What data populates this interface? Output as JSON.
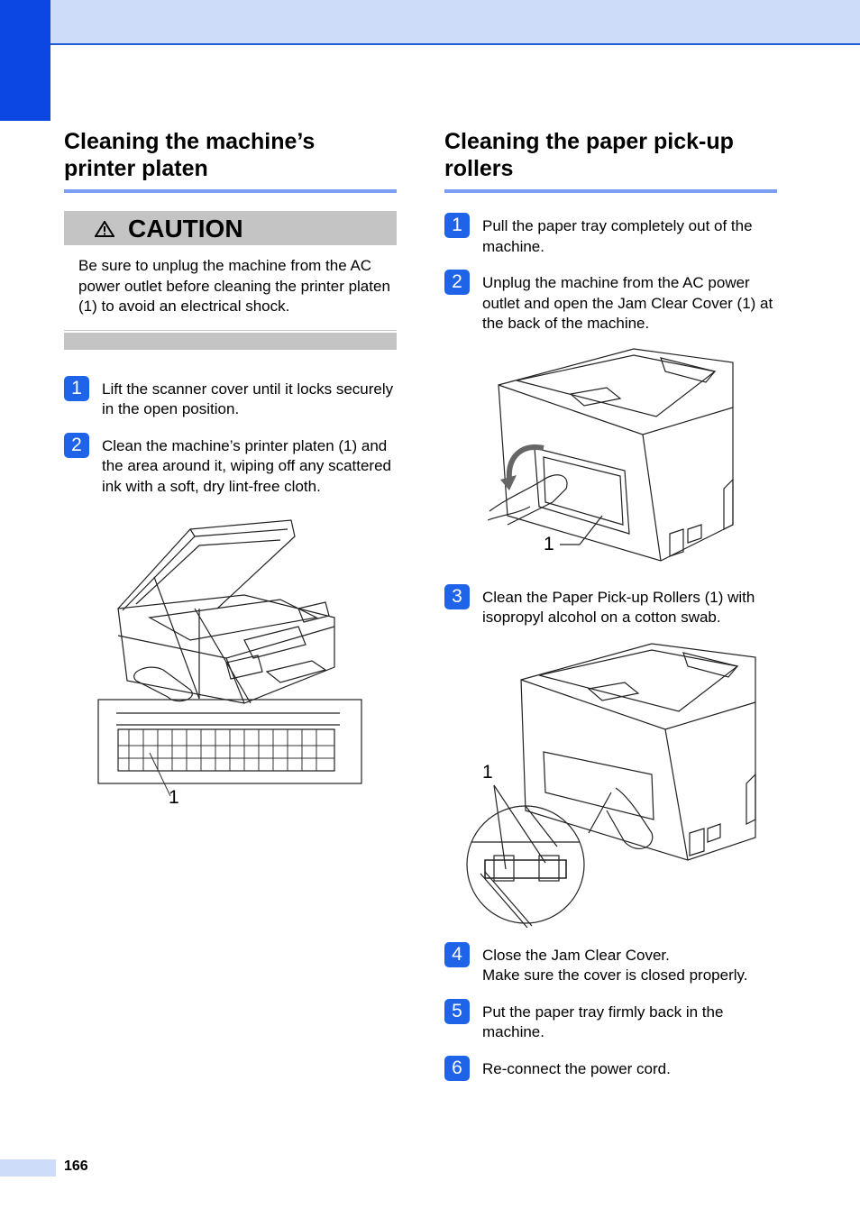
{
  "left": {
    "title_line1": "Cleaning the machine’s",
    "title_line2": "printer platen",
    "caution_label": "CAUTION",
    "caution_text": "Be sure to unplug the machine from the AC power outlet before cleaning the printer platen (1) to avoid an electrical shock.",
    "steps": [
      {
        "num": "1",
        "text": "Lift the scanner cover until it locks securely in the open position."
      },
      {
        "num": "2",
        "text": "Clean the machine’s printer platen (1) and the area around it, wiping off any scattered ink with a soft, dry lint-free cloth."
      }
    ],
    "figure_callout": "1"
  },
  "right": {
    "title_line1": "Cleaning the paper pick-up",
    "title_line2": "rollers",
    "steps": [
      {
        "num": "1",
        "text": "Pull the paper tray completely out of the machine."
      },
      {
        "num": "2",
        "text": "Unplug the machine from the AC power outlet and open the Jam Clear Cover (1) at the back of the machine."
      },
      {
        "num": "3",
        "text": "Clean the Paper Pick-up Rollers (1) with isopropyl alcohol on a cotton swab."
      },
      {
        "num": "4",
        "text": "Close the Jam Clear Cover.",
        "text2": "Make sure the cover is closed properly."
      },
      {
        "num": "5",
        "text": "Put the paper tray firmly back in the machine."
      },
      {
        "num": "6",
        "text": "Re-connect the power cord."
      }
    ],
    "figure1_callout": "1",
    "figure2_callout": "1"
  },
  "footer": {
    "page_number": "166"
  },
  "colors": {
    "accent": "#1f63e8",
    "header_band": "#cddcf9",
    "corner_tab": "#0d47e3",
    "rule": "#7a9ef3",
    "caution_grey": "#c4c4c4"
  }
}
